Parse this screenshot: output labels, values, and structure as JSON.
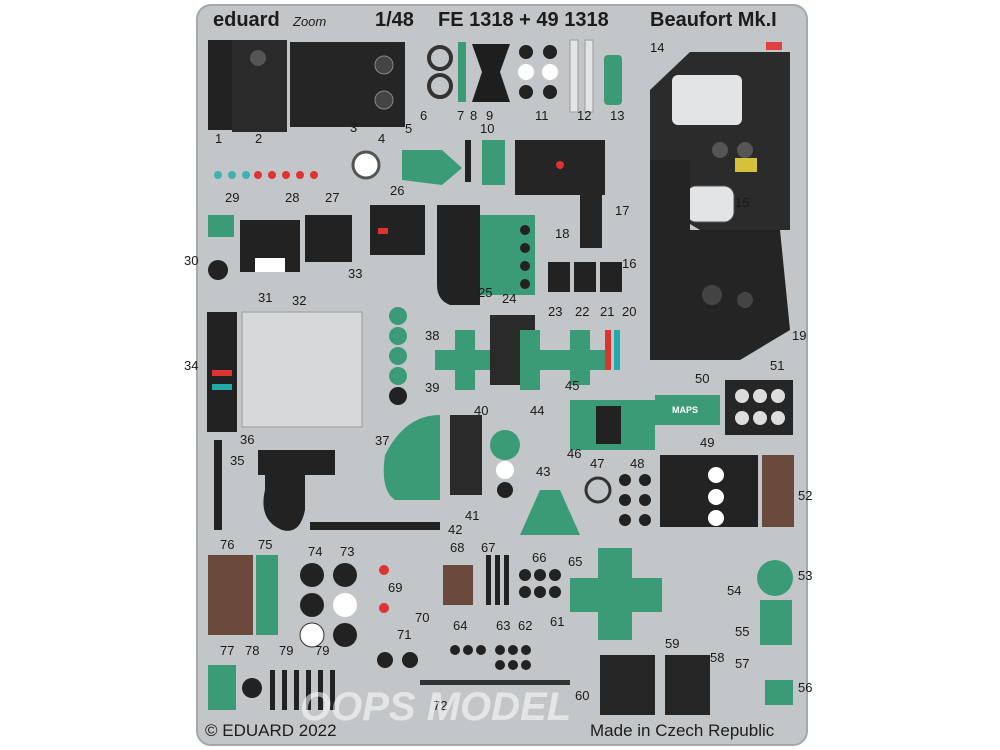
{
  "header": {
    "brand": "eduard",
    "subbrand": "Zoom",
    "scale": "1/48",
    "code": "FE 1318 + 49 1318",
    "model": "Beaufort Mk.I"
  },
  "footer": {
    "copyright": "© EDUARD 2022",
    "origin": "Made in Czech Republic"
  },
  "watermark": "OOPS MODEL",
  "colors": {
    "fret": "#c3c6c9",
    "fret_edge": "#aeb2b6",
    "black": "#222222",
    "green": "#3b9b76",
    "brown": "#6b4a3e",
    "light": "#e3e4e5"
  },
  "part_numbers": [
    "1",
    "2",
    "3",
    "4",
    "5",
    "6",
    "7",
    "8",
    "9",
    "10",
    "11",
    "12",
    "13",
    "14",
    "15",
    "16",
    "17",
    "18",
    "19",
    "20",
    "21",
    "22",
    "23",
    "24",
    "25",
    "26",
    "27",
    "28",
    "29",
    "30",
    "31",
    "32",
    "33",
    "34",
    "35",
    "36",
    "37",
    "38",
    "39",
    "40",
    "41",
    "42",
    "43",
    "44",
    "45",
    "46",
    "47",
    "48",
    "49",
    "50",
    "51",
    "52",
    "53",
    "54",
    "55",
    "56",
    "57",
    "58",
    "59",
    "60",
    "61",
    "62",
    "63",
    "64",
    "65",
    "66",
    "67",
    "68",
    "69",
    "70",
    "71",
    "72",
    "73",
    "74",
    "75",
    "76",
    "77",
    "78",
    "79",
    "79"
  ],
  "panel_text": {
    "maps": "MAPS"
  }
}
